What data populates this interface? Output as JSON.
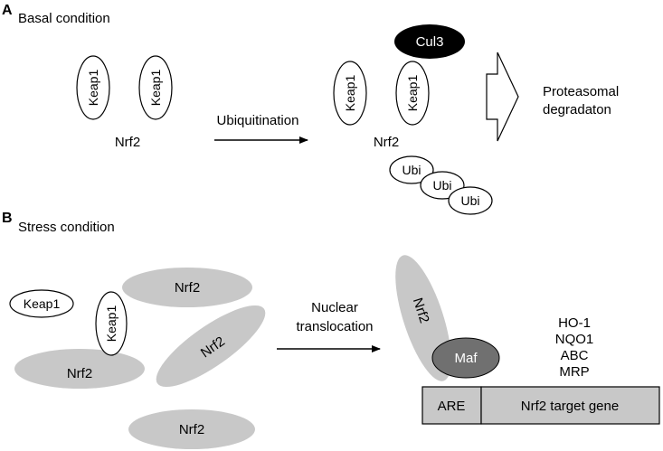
{
  "panel_a": {
    "letter": "A",
    "title": "Basal condition",
    "keap1": "Keap1",
    "nrf2": "Nrf2",
    "arrow_label": "Ubiquitination",
    "cul3": "Cul3",
    "ubi": "Ubi",
    "outcome_line1": "Proteasomal",
    "outcome_line2": "degradaton"
  },
  "panel_b": {
    "letter": "B",
    "title": "Stress condition",
    "keap1": "Keap1",
    "nrf2": "Nrf2",
    "arrow_label_line1": "Nuclear",
    "arrow_label_line2": "translocation",
    "maf": "Maf",
    "are": "ARE",
    "target_gene": "Nrf2 target gene",
    "genes": [
      "HO-1",
      "NQO1",
      "ABC",
      "MRP"
    ]
  },
  "colors": {
    "nrf2_fill": "#c8c8c8",
    "maf_fill": "#707070",
    "cul3_fill": "#000000",
    "box_fill": "#c8c8c8"
  }
}
